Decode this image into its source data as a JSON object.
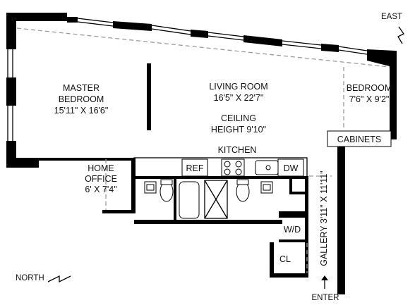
{
  "compass": {
    "east": "EAST",
    "north": "NORTH"
  },
  "rooms": {
    "master_bedroom": {
      "name_line1": "MASTER",
      "name_line2": "BEDROOM",
      "size": "15'11\" X 16'6\""
    },
    "living_room": {
      "name": "LIVING ROOM",
      "size": "16'5\" X 22'7\""
    },
    "ceiling": {
      "line1": "CEILING",
      "line2": "HEIGHT 9'10\""
    },
    "bedroom": {
      "name": "BEDROOM",
      "size": "7'6\" X 9'2\""
    },
    "cabinets": "CABINETS",
    "kitchen": "KITCHEN",
    "ref": "REF",
    "dw": "DW",
    "home_office": {
      "name_line1": "HOME",
      "name_line2": "OFFICE",
      "size": "6' X 7'4\""
    },
    "wd": "W/D",
    "cl": "CL",
    "gallery": "GALLERY 3'11\" X 11'11\"",
    "enter": "ENTER"
  }
}
